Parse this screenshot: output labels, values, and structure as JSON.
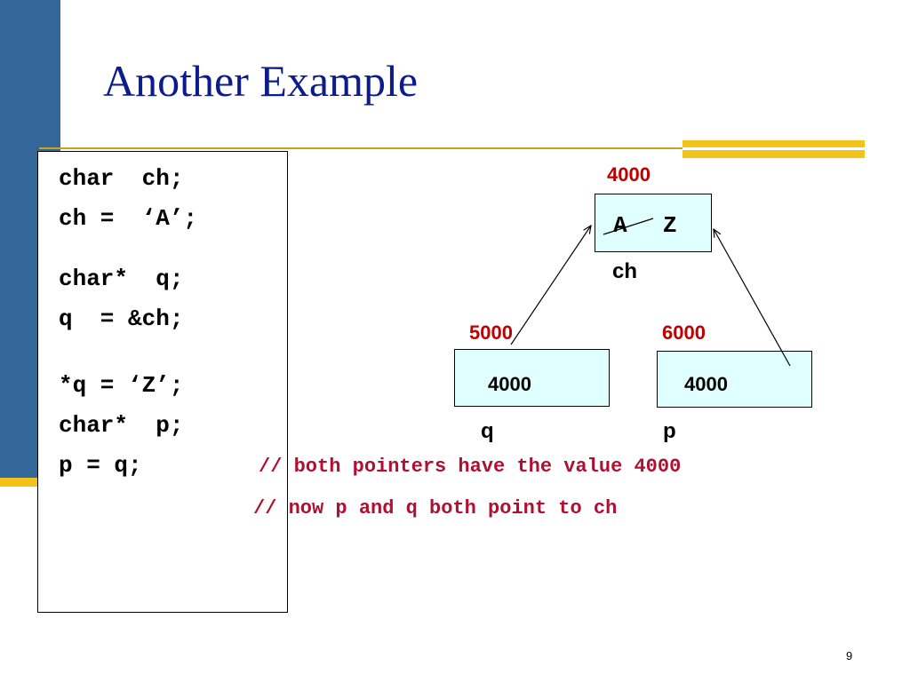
{
  "slide": {
    "title": "Another Example",
    "page_number": "9",
    "colors": {
      "title": "#0c1c8c",
      "bar": "#336699",
      "accent": "#f2c318",
      "address": "#c00000",
      "comment": "#b01030",
      "cell_fill": "#e0ffff"
    }
  },
  "code": {
    "lines": [
      "char  ch;",
      "ch =  ‘A’;",
      "char*  q;",
      "q  = &ch;",
      "*q = ‘Z’;",
      "char*  p;",
      "p = q;"
    ],
    "comments": [
      "// both pointers have the value 4000",
      "// now p and q both point to ch"
    ]
  },
  "diagram": {
    "ch": {
      "address": "4000",
      "old_value": "A",
      "new_value": "Z",
      "label": "ch"
    },
    "q": {
      "address": "5000",
      "value": "4000",
      "label": "q"
    },
    "p": {
      "address": "6000",
      "value": "4000",
      "label": "p"
    }
  }
}
